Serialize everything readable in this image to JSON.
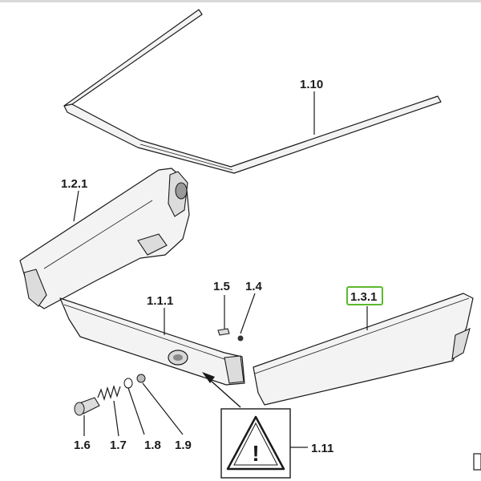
{
  "labels": {
    "p_1_10": "1.10",
    "p_1_2_1": "1.2.1",
    "p_1_1_1": "1.1.1",
    "p_1_5": "1.5",
    "p_1_4": "1.4",
    "p_1_3_1": "1.3.1",
    "p_1_6": "1.6",
    "p_1_7": "1.7",
    "p_1_8": "1.8",
    "p_1_9": "1.9",
    "p_1_11": "1.11"
  },
  "warning_symbol": "!",
  "colors": {
    "highlight": "#5cb82e",
    "line": "#1a1a1a",
    "fill": "#f3f3f3"
  },
  "selected_part": "1.3.1"
}
